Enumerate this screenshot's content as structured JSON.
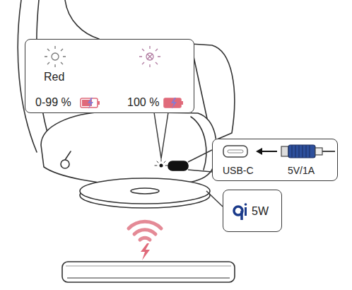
{
  "diagram": {
    "nodes": [
      {
        "text": [
          "Red",
          "0-99 %",
          "100 %"
        ]
      },
      {
        "text": [
          "USB-C",
          "5V/1A"
        ]
      },
      {
        "text": [
          "5W"
        ]
      }
    ]
  }
}
